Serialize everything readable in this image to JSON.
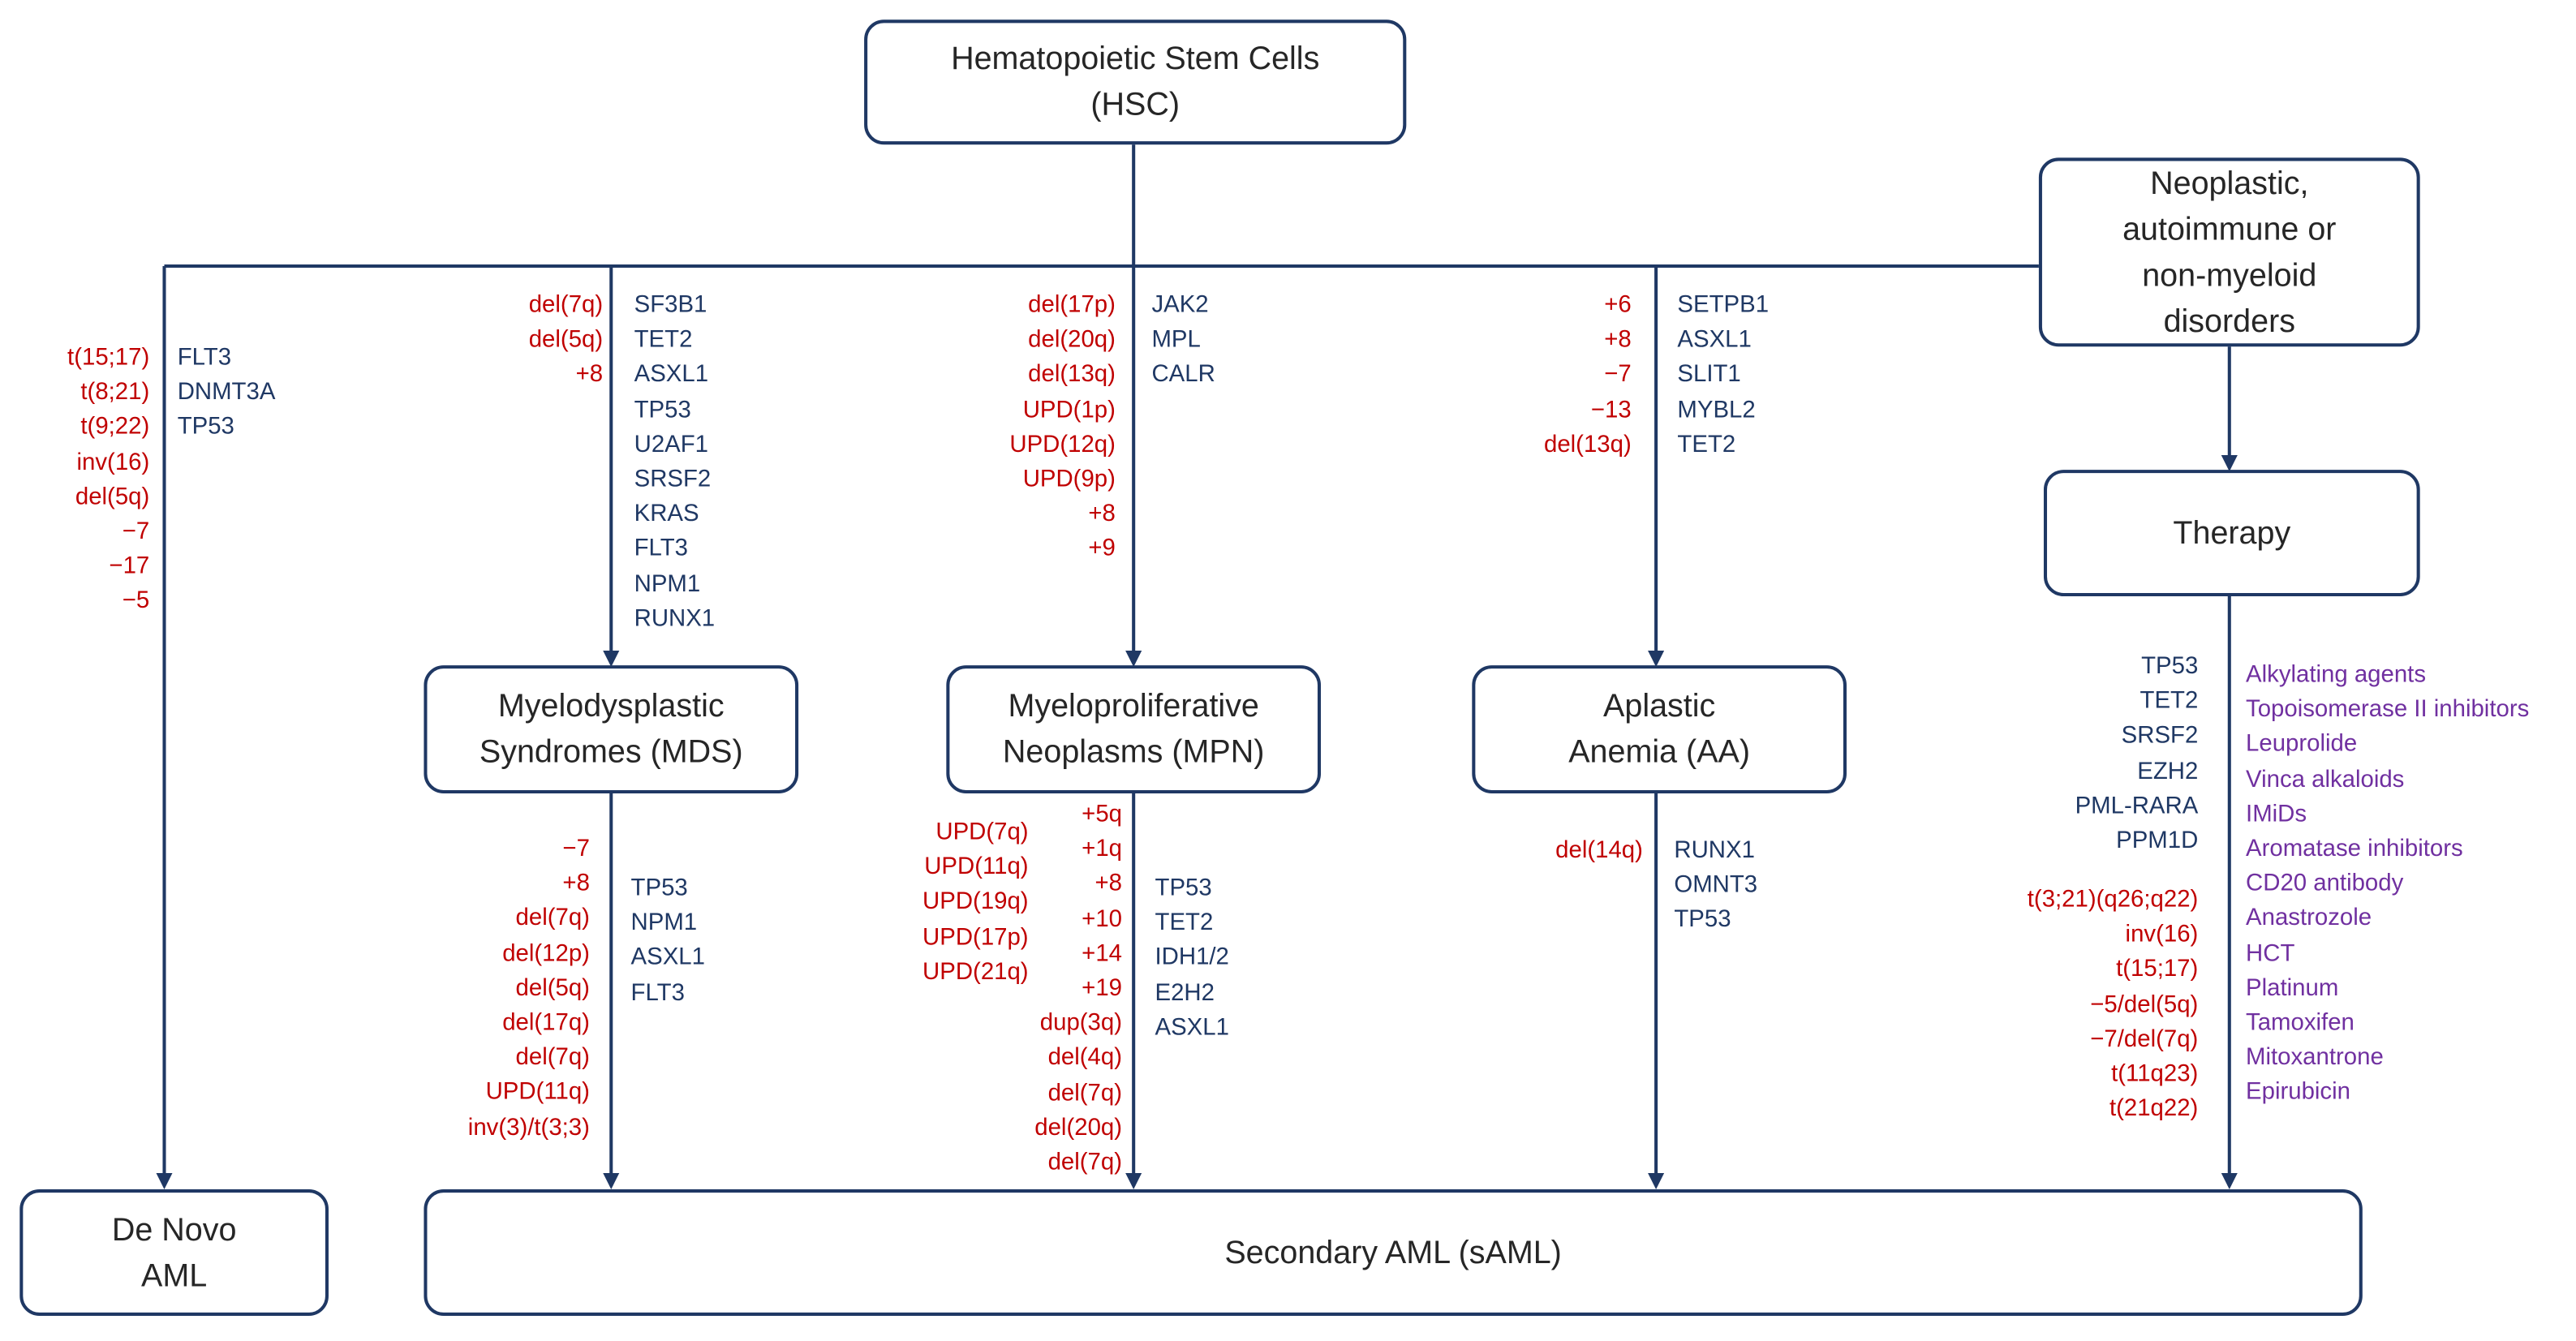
{
  "nodes": {
    "hsc": [
      "Hematopoietic Stem Cells",
      "(HSC)"
    ],
    "neoplastic": [
      "Neoplastic,",
      "autoimmune or",
      "non-myeloid",
      "disorders"
    ],
    "therapy": [
      "Therapy"
    ],
    "mds": [
      "Myelodysplastic",
      "Syndromes (MDS)"
    ],
    "mpn": [
      "Myeloproliferative",
      "Neoplasms (MPN)"
    ],
    "aa": [
      "Aplastic",
      "Anemia (AA)"
    ],
    "denovo": [
      "De Novo",
      "AML"
    ],
    "saml": [
      "Secondary AML (sAML)"
    ]
  },
  "annotations": {
    "denovo_cyto": [
      "t(15;17)",
      "t(8;21)",
      "t(9;22)",
      "inv(16)",
      "del(5q)",
      "−7",
      "−17",
      "−5"
    ],
    "denovo_genes": [
      "FLT3",
      "DNMT3A",
      "TP53"
    ],
    "mds_in_cyto": [
      "del(7q)",
      "del(5q)",
      "+8"
    ],
    "mds_in_genes": [
      "SF3B1",
      "TET2",
      "ASXL1",
      "TP53",
      "U2AF1",
      "SRSF2",
      "KRAS",
      "FLT3",
      "NPM1",
      "RUNX1"
    ],
    "mpn_in_cyto": [
      "del(17p)",
      "del(20q)",
      "del(13q)",
      "UPD(1p)",
      "UPD(12q)",
      "UPD(9p)",
      "+8",
      "+9"
    ],
    "mpn_in_genes": [
      "JAK2",
      "MPL",
      "CALR"
    ],
    "aa_in_cyto": [
      "+6",
      "+8",
      "−7",
      "−13",
      "del(13q)"
    ],
    "aa_in_genes": [
      "SETPB1",
      "ASXL1",
      "SLIT1",
      "MYBL2",
      "TET2"
    ],
    "mds_out_cyto": [
      "−7",
      "+8",
      "del(7q)",
      "del(12p)",
      "del(5q)",
      "del(17q)",
      "del(7q)",
      "UPD(11q)",
      "inv(3)/t(3;3)"
    ],
    "mds_out_genes": [
      "TP53",
      "NPM1",
      "ASXL1",
      "FLT3"
    ],
    "mpn_out_upd": [
      "UPD(7q)",
      "UPD(11q)",
      "UPD(19q)",
      "UPD(17p)",
      "UPD(21q)"
    ],
    "mpn_out_cyto": [
      "+5q",
      "+1q",
      "+8",
      "+10",
      "+14",
      "+19",
      "dup(3q)",
      "del(4q)",
      "del(7q)",
      "del(20q)",
      "del(7q)"
    ],
    "mpn_out_genes": [
      "TP53",
      "TET2",
      "IDH1/2",
      "E2H2",
      "ASXL1"
    ],
    "aa_out_cyto": [
      "del(14q)"
    ],
    "aa_out_genes": [
      "RUNX1",
      "OMNT3",
      "TP53"
    ],
    "therapy_genes": [
      "TP53",
      "TET2",
      "SRSF2",
      "EZH2",
      "PML-RARA",
      "PPM1D"
    ],
    "therapy_cyto": [
      "t(3;21)(q26;q22)",
      "inv(16)",
      "t(15;17)",
      "−5/del(5q)",
      "−7/del(7q)",
      "t(11q23)",
      "t(21q22)"
    ],
    "therapy_agents": [
      "Alkylating agents",
      "Topoisomerase II inhibitors",
      "Leuprolide",
      "Vinca alkaloids",
      "IMiDs",
      "Aromatase inhibitors",
      "CD20 antibody",
      "Anastrozole",
      "HCT",
      "Platinum",
      "Tamoxifen",
      "Mitoxantrone",
      "Epirubicin"
    ]
  },
  "colors": {
    "line": "#1f3864",
    "cytogenetics": "#c00000",
    "genes": "#1f3864",
    "agents": "#7030a0"
  }
}
